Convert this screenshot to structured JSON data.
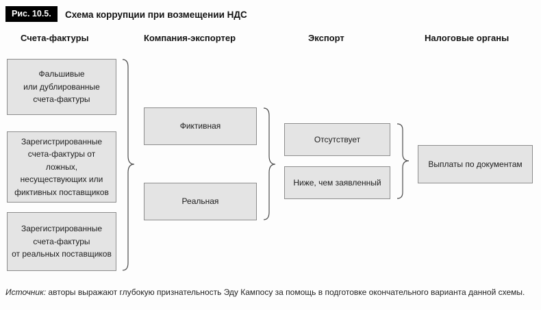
{
  "figure": {
    "label": "Рис. 10.5.",
    "title": "Схема коррупции при возмещении НДС"
  },
  "columns": [
    {
      "header": "Счета-фактуры",
      "boxes": [
        "Фальшивые\nили дублированные\nсчета-фактуры",
        "Зарегистрированные\nсчета-фактуры от ложных,\nнесуществующих или\nфиктивных поставщиков",
        "Зарегистрированные\nсчета-фактуры\nот реальных поставщиков"
      ]
    },
    {
      "header": "Компания-экспортер",
      "boxes": [
        "Фиктивная",
        "Реальная"
      ]
    },
    {
      "header": "Экспорт",
      "boxes": [
        "Отсутствует",
        "Ниже, чем заявленный"
      ]
    },
    {
      "header": "Налоговые органы",
      "boxes": [
        "Выплаты по документам"
      ]
    }
  ],
  "source": {
    "label": "Источник:",
    "text": "авторы выражают глубокую признательность Эду Кампосу за помощь в подготовке окончательного варианта данной схемы."
  },
  "colors": {
    "box_fill": "#e4e4e4",
    "box_border": "#8c8c8c",
    "figure_label_bg": "#000000"
  }
}
